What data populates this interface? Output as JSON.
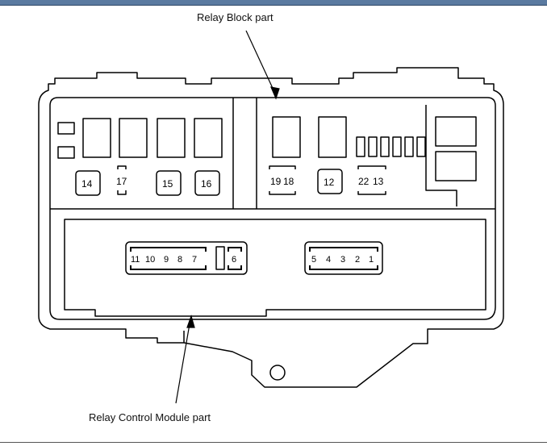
{
  "callouts": {
    "relay_block": "Relay Block part",
    "relay_control_module": "Relay Control Module part"
  },
  "fuses": {
    "f14": "14",
    "f17": "17",
    "f15": "15",
    "f16": "16",
    "f19": "19",
    "f18": "18",
    "f12": "12",
    "f22": "22",
    "f13": "13"
  },
  "connectors": {
    "left": {
      "pins": [
        "11",
        "10",
        "9",
        "8",
        "7"
      ],
      "extra": "6"
    },
    "right": {
      "pins": [
        "5",
        "4",
        "3",
        "2",
        "1"
      ]
    }
  },
  "colors": {
    "frame": "#5a7aa0",
    "line": "#000000"
  }
}
